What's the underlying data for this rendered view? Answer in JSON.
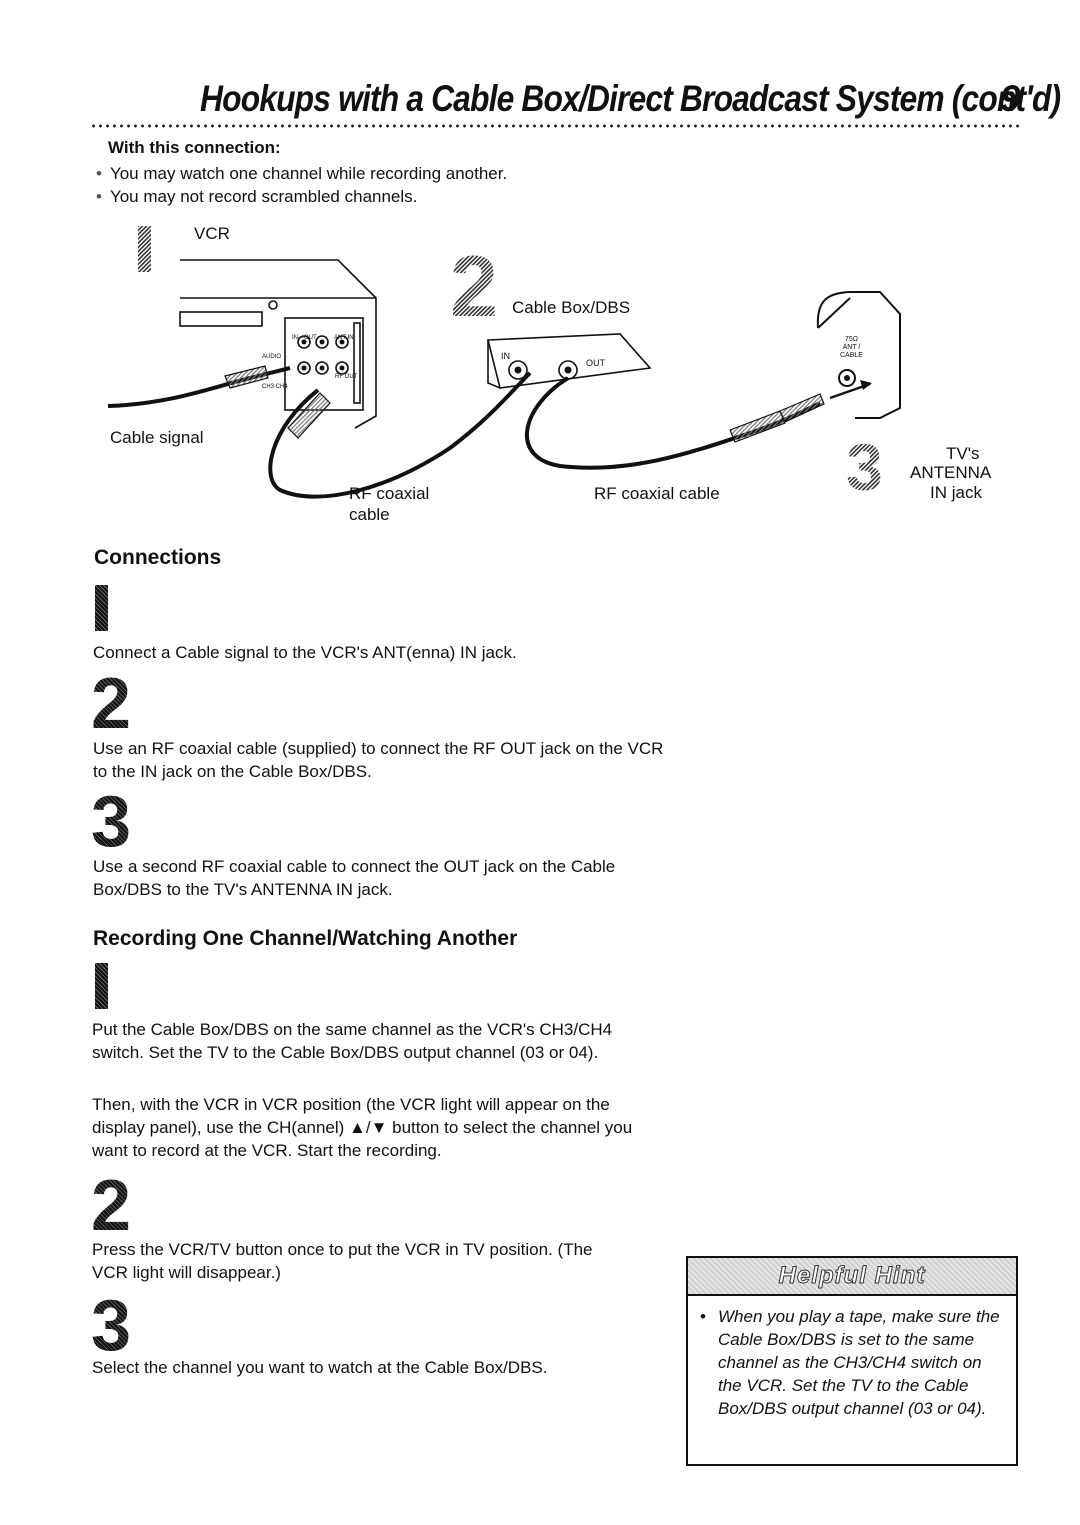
{
  "header": {
    "title": "Hookups with a Cable Box/Direct Broadcast System (cont'd)",
    "page_number": "9"
  },
  "with_connection": {
    "heading": "With this connection:",
    "bullets": [
      "You may watch one channel while recording another.",
      "You may not record scrambled channels."
    ]
  },
  "diagram": {
    "step1_label": "VCR",
    "step2_number": "2",
    "step2_label": "Cable Box/DBS",
    "step3_number": "3",
    "step3_label_lines": [
      "TV's",
      "ANTENNA",
      "IN jack"
    ],
    "cable_signal_label": "Cable signal",
    "rf_cable_label_1": [
      "RF coaxial",
      "cable"
    ],
    "rf_cable_label_2": "RF coaxial cable",
    "box_in_label": "IN",
    "box_out_label": "OUT",
    "tv_jack_label": [
      "75Ω",
      "ANT /",
      "CABLE"
    ],
    "vcr_jack_labels": {
      "in_out": "IN—OUT",
      "ant_in": "ANT IN",
      "audio": "AUDIO",
      "rf_out": "RF OUT",
      "ch": "CH3 CH4"
    }
  },
  "connections": {
    "heading": "Connections",
    "steps": [
      {
        "number": "1",
        "text": "Connect a Cable signal to the VCR's ANT(enna) IN jack."
      },
      {
        "number": "2",
        "text": "Use an RF coaxial cable (supplied) to connect the RF OUT jack on the VCR to the IN jack on the Cable Box/DBS."
      },
      {
        "number": "3",
        "text": "Use a second RF coaxial cable to connect the OUT jack on the Cable Box/DBS to the TV's ANTENNA IN jack."
      }
    ]
  },
  "recording": {
    "heading": "Recording One Channel/Watching Another",
    "steps": [
      {
        "number": "1",
        "text": "Put the Cable Box/DBS on the same channel as the VCR's CH3/CH4 switch. Set the TV to the Cable Box/DBS output channel (03 or 04).",
        "text2": "Then, with the VCR in VCR position (the VCR light will appear on the display panel), use the CH(annel) ▲/▼ button to select the channel you want to record at the VCR. Start the recording."
      },
      {
        "number": "2",
        "text": "Press the VCR/TV button once to put the VCR in TV position. (The VCR light will disappear.)"
      },
      {
        "number": "3",
        "text": "Select the channel you want to watch at the Cable Box/DBS."
      }
    ]
  },
  "hint": {
    "title": "Helpful Hint",
    "text": "When you play a tape, make sure the Cable Box/DBS is set to the same channel as the CH3/CH4 switch on the VCR. Set the TV to the Cable Box/DBS output channel (03 or 04)."
  }
}
